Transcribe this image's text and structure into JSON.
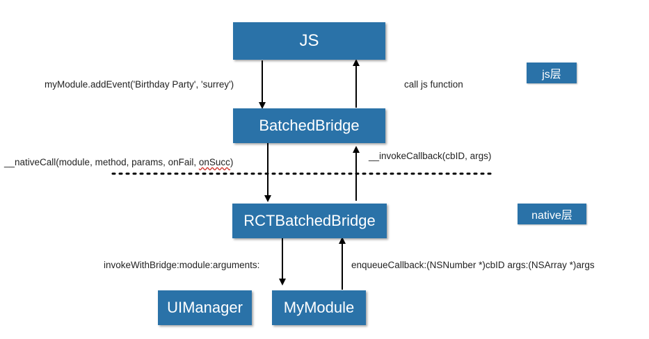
{
  "nodes": {
    "js": "JS",
    "batched_bridge": "BatchedBridge",
    "rct_batched_bridge": "RCTBatchedBridge",
    "ui_manager": "UIManager",
    "my_module": "MyModule"
  },
  "layers": {
    "js_layer": "js层",
    "native_layer": "native层"
  },
  "edges": {
    "add_event": "myModule.addEvent('Birthday Party', 'surrey')",
    "call_js_function": "call js function",
    "native_call_prefix": "__nativeCall(module, method, params, onFail, ",
    "native_call_squiggle": "onSucc",
    "native_call_suffix": ")",
    "invoke_callback": "__invokeCallback(cbID, args)",
    "invoke_with_bridge": "invokeWithBridge:module:arguments:",
    "enqueue_callback": "enqueueCallback:(NSNumber *)cbID args:(NSArray *)args"
  },
  "colors": {
    "node_fill": "#2a72a8",
    "node_text": "#ffffff",
    "arrow": "#000000"
  }
}
